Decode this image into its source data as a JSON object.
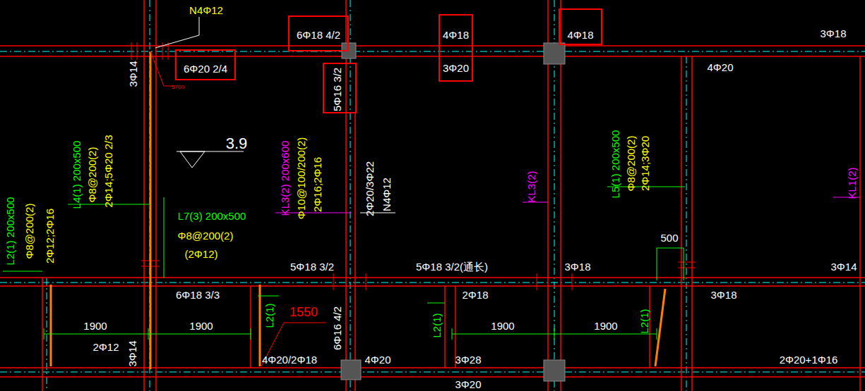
{
  "diagram": {
    "nodes": [
      {
        "text": [
          "6Φ20 2/4"
        ]
      },
      {
        "text": [
          "6Φ18 4/2"
        ]
      },
      {
        "text": [
          "5Φ16 3/2"
        ]
      },
      {
        "text": [
          "4Φ18",
          "3Φ20"
        ]
      },
      {
        "text": [
          "4Φ18"
        ]
      }
    ],
    "labels": [
      "N4Φ12",
      "3Φ18",
      "4Φ20",
      "3Φ14",
      "5700",
      "3.9",
      "L4(1) 200x500",
      "Φ8@200(2)",
      "2Φ14;5Φ20 2/3",
      "KL3(2) 200x600",
      "Φ10@100/200(2)",
      "2Φ16;2Φ16",
      "2Φ20/3Φ22",
      "N4Φ12",
      "KL3(2)",
      "L5(1) 200x500",
      "Φ8@200(2)",
      "2Φ14;3Φ20",
      "KL1(2)",
      "L7(3) 200x500",
      "Φ8@200(2)",
      "(2Φ12)",
      "L2(1) 200x500",
      "Φ8@200(2)",
      "2Φ12;2Φ16",
      "500",
      "5Φ18 3/2",
      "5Φ18 3/2(通长)",
      "3Φ18",
      "3Φ14",
      "6Φ18 3/3",
      "2Φ18",
      "3Φ18",
      "1550",
      "L2(1)",
      "1900",
      "1900",
      "6Φ16 4/2",
      "L2(1)",
      "1900",
      "1900",
      "L2(1)",
      "2Φ12",
      "3Φ14",
      "4Φ20/2Φ18",
      "4Φ20",
      "3Φ28",
      "2Φ20+1Φ16",
      "3Φ20"
    ]
  }
}
